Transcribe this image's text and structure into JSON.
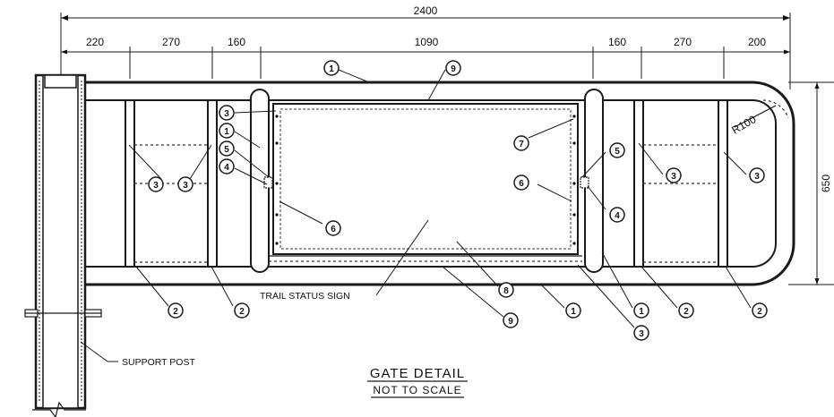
{
  "title": "GATE DETAIL",
  "subtitle": "NOT TO SCALE",
  "overall_dimension": "2400",
  "segment_dimensions": [
    "220",
    "270",
    "160",
    "1090",
    "160",
    "270",
    "200"
  ],
  "height_dimension": "650",
  "radius_label": "R100",
  "labels": {
    "trail_sign": "TRAIL STATUS SIGN",
    "support_post": "SUPPORT POST"
  },
  "callouts": [
    "1",
    "9",
    "3",
    "1",
    "5",
    "4",
    "3",
    "3",
    "6",
    "7",
    "5",
    "6",
    "4",
    "3",
    "3",
    "2",
    "2",
    "8",
    "9",
    "1",
    "1",
    "3",
    "2",
    "2"
  ]
}
